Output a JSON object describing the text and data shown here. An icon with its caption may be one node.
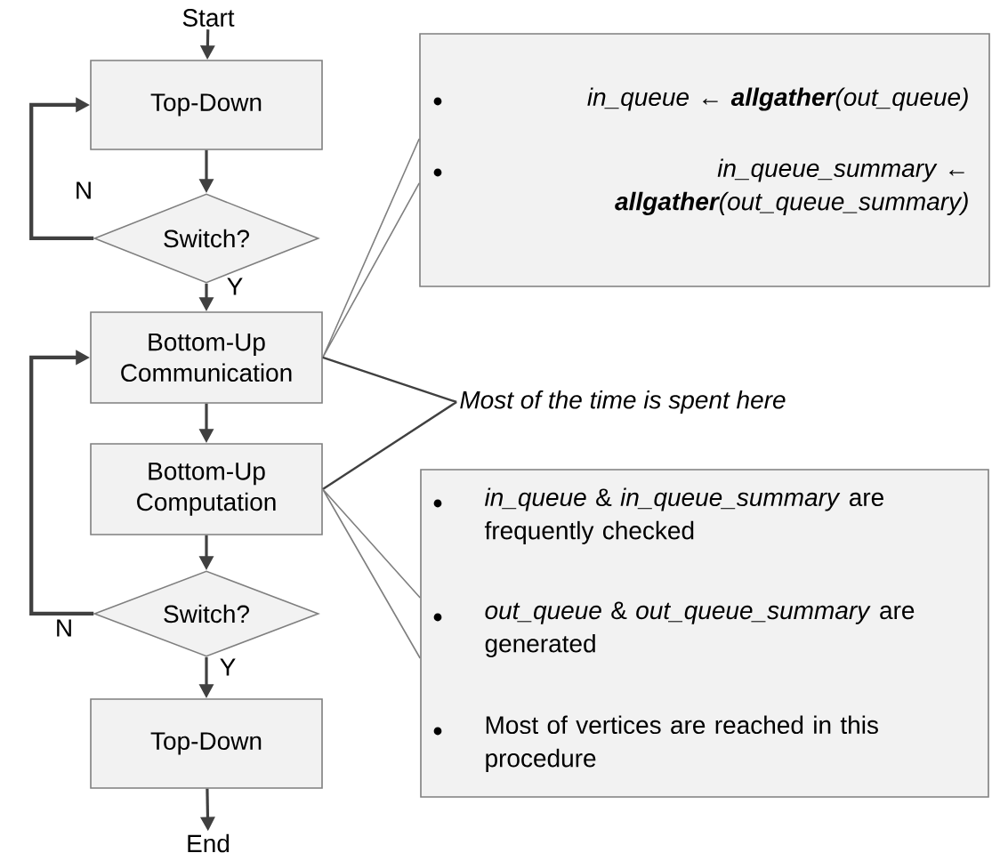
{
  "diagram": {
    "nodes": [
      {
        "text": [
          "Start"
        ]
      },
      {
        "text": [
          "Top-Down"
        ]
      },
      {
        "text": [
          "Switch?"
        ]
      },
      {
        "text": [
          "Bottom-Up Communication"
        ]
      },
      {
        "text": [
          "Bottom-Up Computation"
        ]
      },
      {
        "text": [
          "Switch?"
        ]
      },
      {
        "text": [
          "Top-Down"
        ]
      },
      {
        "text": [
          "End"
        ]
      },
      {
        "text": [
          "in_queue ← **allgather**(out_queue)",
          "in_queue_summary ← **allgather**(out_queue_summary)"
        ]
      },
      {
        "text": [
          "Most of the time is spent here"
        ]
      },
      {
        "text": [
          "*in_queue* & *in_queue_summary* are frequently checked",
          "*out_queue* & *out_queue_summary* are generated",
          "Most of vertices are reached in this procedure"
        ]
      }
    ],
    "edges": [
      {
        "from": 0,
        "to": 1,
        "arrow": "to"
      },
      {
        "from": 1,
        "to": 2,
        "arrow": "to"
      },
      {
        "from": 2,
        "to": 1,
        "arrow": "to",
        "label": "N"
      },
      {
        "from": 2,
        "to": 3,
        "arrow": "to",
        "label": "Y"
      },
      {
        "from": 3,
        "to": 4,
        "arrow": "to"
      },
      {
        "from": 4,
        "to": 5,
        "arrow": "to"
      },
      {
        "from": 5,
        "to": 3,
        "arrow": "to",
        "label": "N"
      },
      {
        "from": 5,
        "to": 6,
        "arrow": "to",
        "label": "Y"
      },
      {
        "from": 6,
        "to": 7,
        "arrow": "to"
      },
      {
        "from": 8,
        "to": 3,
        "arrow": "none"
      },
      {
        "from": 9,
        "to": 3,
        "arrow": "none"
      },
      {
        "from": 9,
        "to": 4,
        "arrow": "none"
      },
      {
        "from": 10,
        "to": 4,
        "arrow": "none"
      }
    ]
  }
}
